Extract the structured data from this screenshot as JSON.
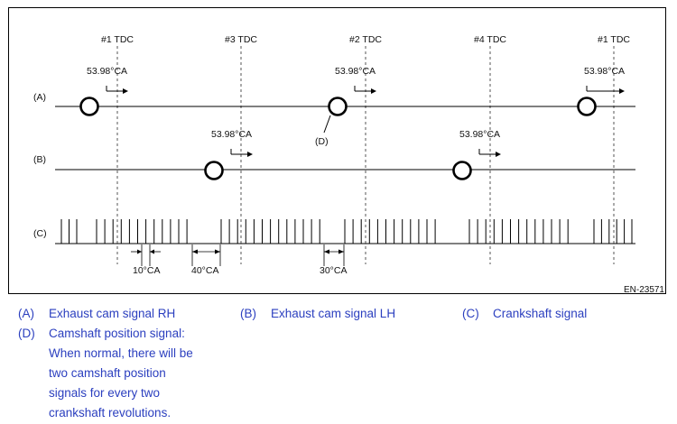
{
  "tdc_labels": [
    "#1 TDC",
    "#3 TDC",
    "#2 TDC",
    "#4 TDC",
    "#1 TDC"
  ],
  "row_labels": [
    "(A)",
    "(B)",
    "(C)"
  ],
  "signal_a": {
    "angle_label": "53.98°CA",
    "pulses": 3
  },
  "signal_b": {
    "angle_label": "53.98°CA",
    "pulses": 2
  },
  "callout_d": "(D)",
  "crank_angles": [
    "10°CA",
    "40°CA",
    "30°CA"
  ],
  "figure_id": "EN-23571",
  "legend": [
    {
      "key": "(A)",
      "text": "Exhaust cam signal RH"
    },
    {
      "key": "(B)",
      "text": "Exhaust cam signal LH"
    },
    {
      "key": "(C)",
      "text": "Crankshaft signal"
    },
    {
      "key": "(D)",
      "text": "Camshaft position signal:",
      "lines": [
        "When normal, there will be",
        "two camshaft position",
        "signals for every two",
        "crankshaft revolutions."
      ]
    }
  ],
  "colors": {
    "legend_text": "#2b3fbf",
    "line": "#000000"
  }
}
